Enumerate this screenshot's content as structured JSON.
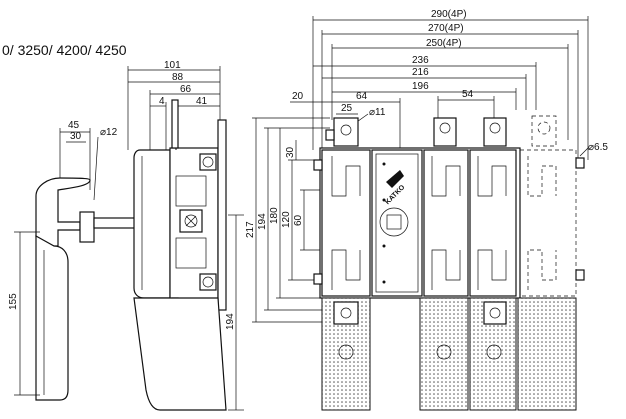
{
  "title_partial": "0/ 3250/ 4200/ 4250",
  "side_view": {
    "top_dims": [
      "101",
      "88",
      "66",
      "41",
      "4"
    ],
    "left_dims": [
      "45",
      "30"
    ],
    "diameter_label": "⌀12",
    "height_155": "155",
    "height_194": "194"
  },
  "front_view": {
    "top_dims": [
      "290(4P)",
      "270(4P)",
      "250(4P)",
      "236",
      "216",
      "196"
    ],
    "small_dims": [
      "20",
      "64",
      "25",
      "54"
    ],
    "hole_d11": "⌀11",
    "hole_d65": "⌀6.5",
    "left_dims": [
      "217",
      "194",
      "180",
      "120",
      "60",
      "30"
    ],
    "brand_mark": "KATKO"
  }
}
